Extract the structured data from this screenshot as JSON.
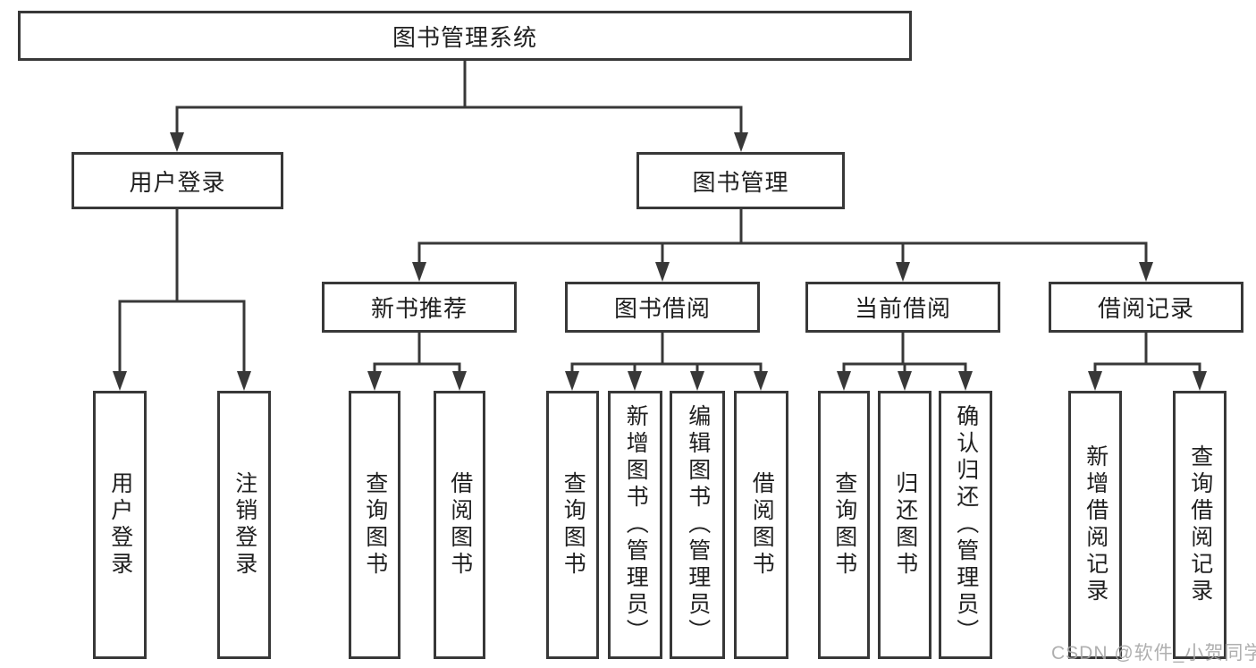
{
  "diagram": {
    "root": {
      "label": "图书管理系统"
    },
    "branches": [
      {
        "label": "用户登录",
        "children": [
          {
            "label": "用户登录"
          },
          {
            "label": "注销登录"
          }
        ]
      },
      {
        "label": "图书管理",
        "children": [
          {
            "label": "新书推荐",
            "children": [
              {
                "label": "查询图书"
              },
              {
                "label": "借阅图书"
              }
            ]
          },
          {
            "label": "图书借阅",
            "children": [
              {
                "label": "查询图书"
              },
              {
                "label": "新增图书（管理员）"
              },
              {
                "label": "编辑图书（管理员）"
              },
              {
                "label": "借阅图书"
              }
            ]
          },
          {
            "label": "当前借阅",
            "children": [
              {
                "label": "查询图书"
              },
              {
                "label": "归还图书"
              },
              {
                "label": "确认归还（管理员）"
              }
            ]
          },
          {
            "label": "借阅记录",
            "children": [
              {
                "label": "新增借阅记录"
              },
              {
                "label": "查询借阅记录"
              }
            ]
          }
        ]
      }
    ]
  },
  "watermark": {
    "text": "CSDN @软件_小贺同学"
  },
  "colors": {
    "line": "#383838",
    "text": "#1f1f1f",
    "background": "#ffffff",
    "watermark": "#a6a6a6"
  }
}
